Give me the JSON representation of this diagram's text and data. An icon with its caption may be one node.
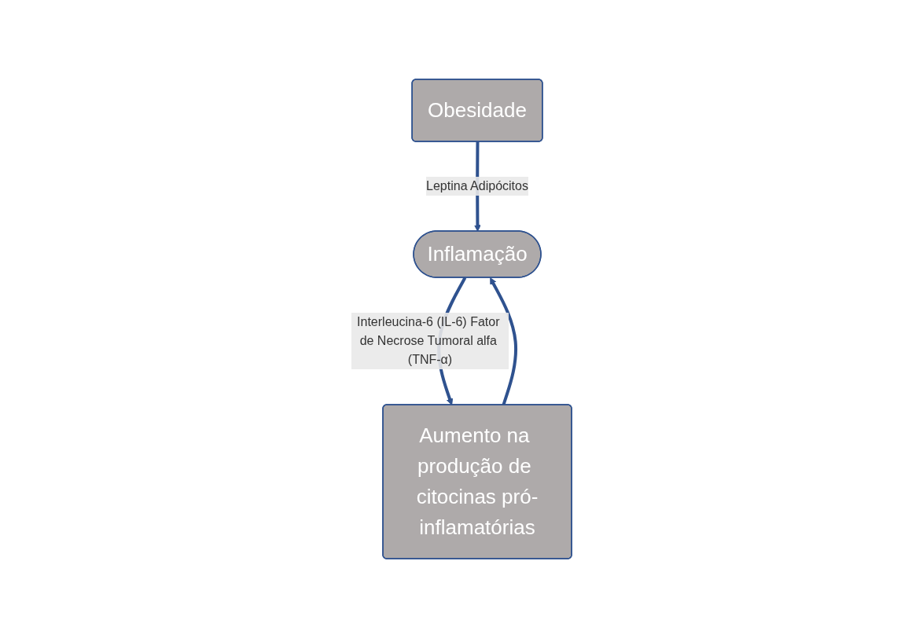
{
  "diagram": {
    "nodes": [
      {
        "text": [
          "Obesidade"
        ]
      },
      {
        "text": [
          "Inflamação"
        ]
      },
      {
        "text": [
          "Aumento na produção de citocinas pró-inflamatórias"
        ]
      }
    ],
    "edges": [
      {
        "from": 0,
        "to": 1,
        "arrow": "to",
        "label": "Leptina Adipócitos"
      },
      {
        "from": 1,
        "to": 2,
        "arrow": "to",
        "label": "Interleucina-6 (IL-6) Fator de Necrose Tumoral alfa (TNF-α)"
      },
      {
        "from": 2,
        "to": 1,
        "arrow": "to"
      }
    ]
  }
}
